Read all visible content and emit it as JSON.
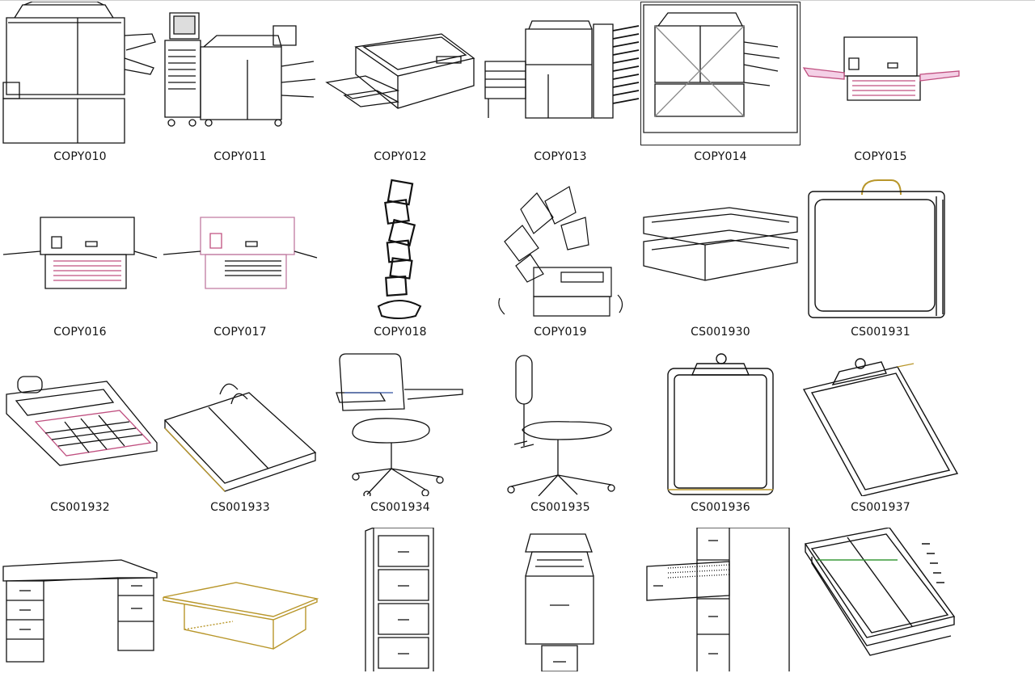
{
  "gallery": {
    "selected_index": 4,
    "rows": [
      [
        {
          "label": "COPY010",
          "icon": "copier-icon"
        },
        {
          "label": "COPY011",
          "icon": "copier-workstation-icon"
        },
        {
          "label": "COPY012",
          "icon": "desktop-copier-icon"
        },
        {
          "label": "COPY013",
          "icon": "copier-sorter-icon"
        },
        {
          "label": "COPY014",
          "icon": "copier-icon"
        },
        {
          "label": "COPY015",
          "icon": "printer-icon"
        }
      ],
      [
        {
          "label": "COPY016",
          "icon": "printer-icon"
        },
        {
          "label": "COPY017",
          "icon": "printer-icon"
        },
        {
          "label": "COPY018",
          "icon": "fax-stack-icon"
        },
        {
          "label": "COPY019",
          "icon": "fax-machine-icon"
        },
        {
          "label": "CS001930",
          "icon": "paper-tray-icon"
        },
        {
          "label": "CS001931",
          "icon": "briefcase-icon"
        }
      ],
      [
        {
          "label": "CS001932",
          "icon": "calculator-icon"
        },
        {
          "label": "CS001933",
          "icon": "desk-calendar-icon"
        },
        {
          "label": "CS001934",
          "icon": "office-chair-icon"
        },
        {
          "label": "CS001935",
          "icon": "drafting-chair-icon"
        },
        {
          "label": "CS001936",
          "icon": "clipboard-icon"
        },
        {
          "label": "CS001937",
          "icon": "clipboard-icon"
        }
      ],
      [
        {
          "label": "",
          "icon": "desk-icon"
        },
        {
          "label": "",
          "icon": "table-icon"
        },
        {
          "label": "",
          "icon": "file-cabinet-icon"
        },
        {
          "label": "",
          "icon": "open-file-cabinet-icon"
        },
        {
          "label": "",
          "icon": "open-drawer-cabinet-icon"
        },
        {
          "label": "",
          "icon": "planner-icon"
        }
      ]
    ]
  }
}
